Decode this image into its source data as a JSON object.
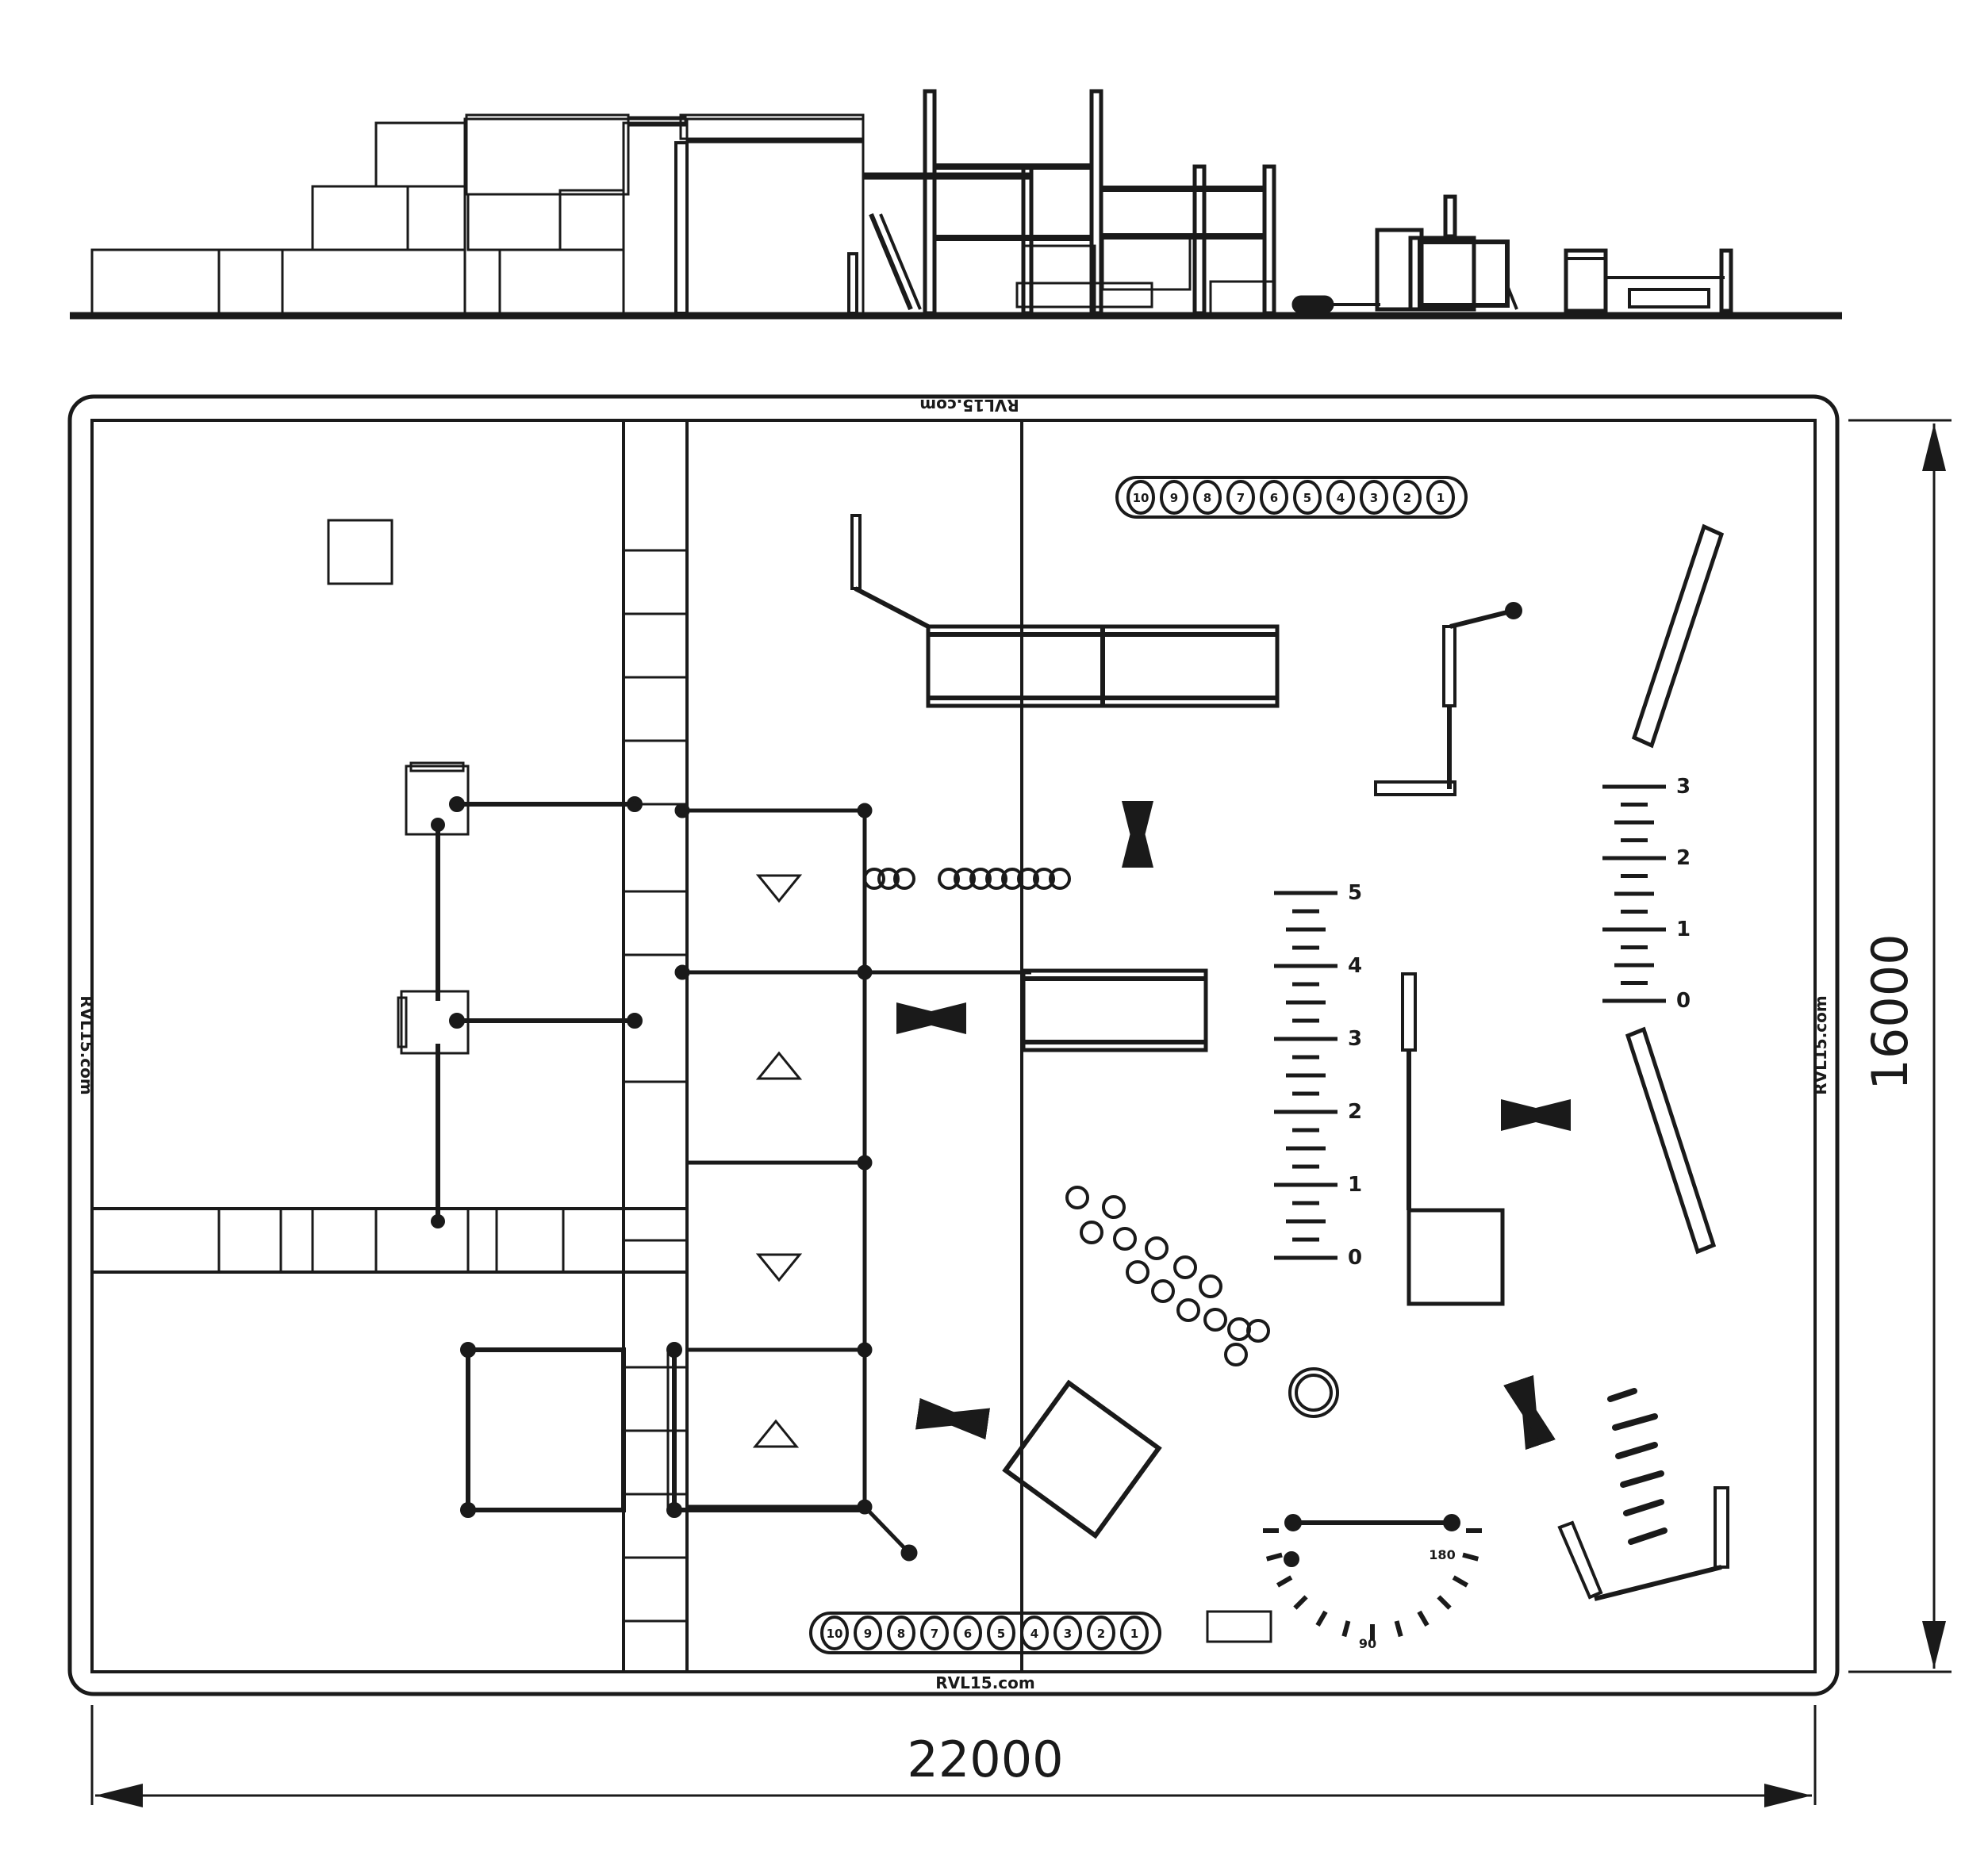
{
  "dimensions": {
    "width_label": "22000",
    "height_label": "16000"
  },
  "brand": {
    "logo_text": "RVL15.com"
  },
  "scales": {
    "center_ruler": [
      "0",
      "1",
      "2",
      "3",
      "4",
      "5"
    ],
    "right_ruler": [
      "0",
      "1",
      "2",
      "3"
    ]
  },
  "gauge": {
    "left_label": "180",
    "bottom_label": "90"
  },
  "number_rows": {
    "top": [
      "10",
      "9",
      "8",
      "7",
      "6",
      "5",
      "4",
      "3",
      "2",
      "1"
    ],
    "bottom": [
      "10",
      "9",
      "8",
      "7",
      "6",
      "5",
      "4",
      "3",
      "2",
      "1"
    ]
  },
  "colors": {
    "line": "#1a1a1a",
    "background": "#ffffff"
  }
}
